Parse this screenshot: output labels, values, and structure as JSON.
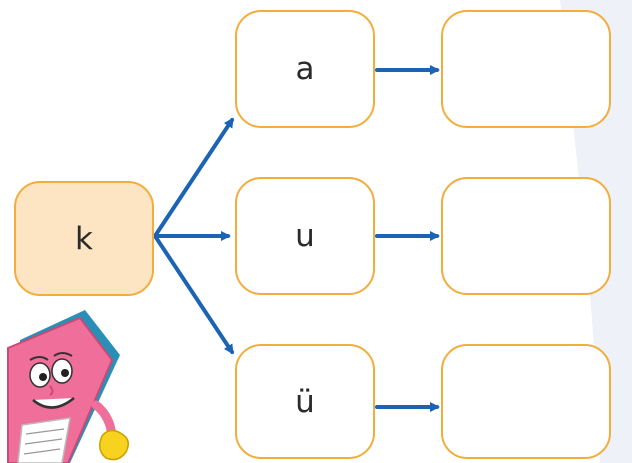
{
  "diagram": {
    "start_letter": "k",
    "vowels": [
      "a",
      "u",
      "ü"
    ],
    "results": [
      "",
      "",
      ""
    ]
  },
  "colors": {
    "box_border": "#f2ad3d",
    "start_fill": "#fde4c2",
    "arrow": "#1a63b5",
    "mascot_body": "#ef6f9a"
  },
  "icons": [
    "book-character-icon"
  ]
}
